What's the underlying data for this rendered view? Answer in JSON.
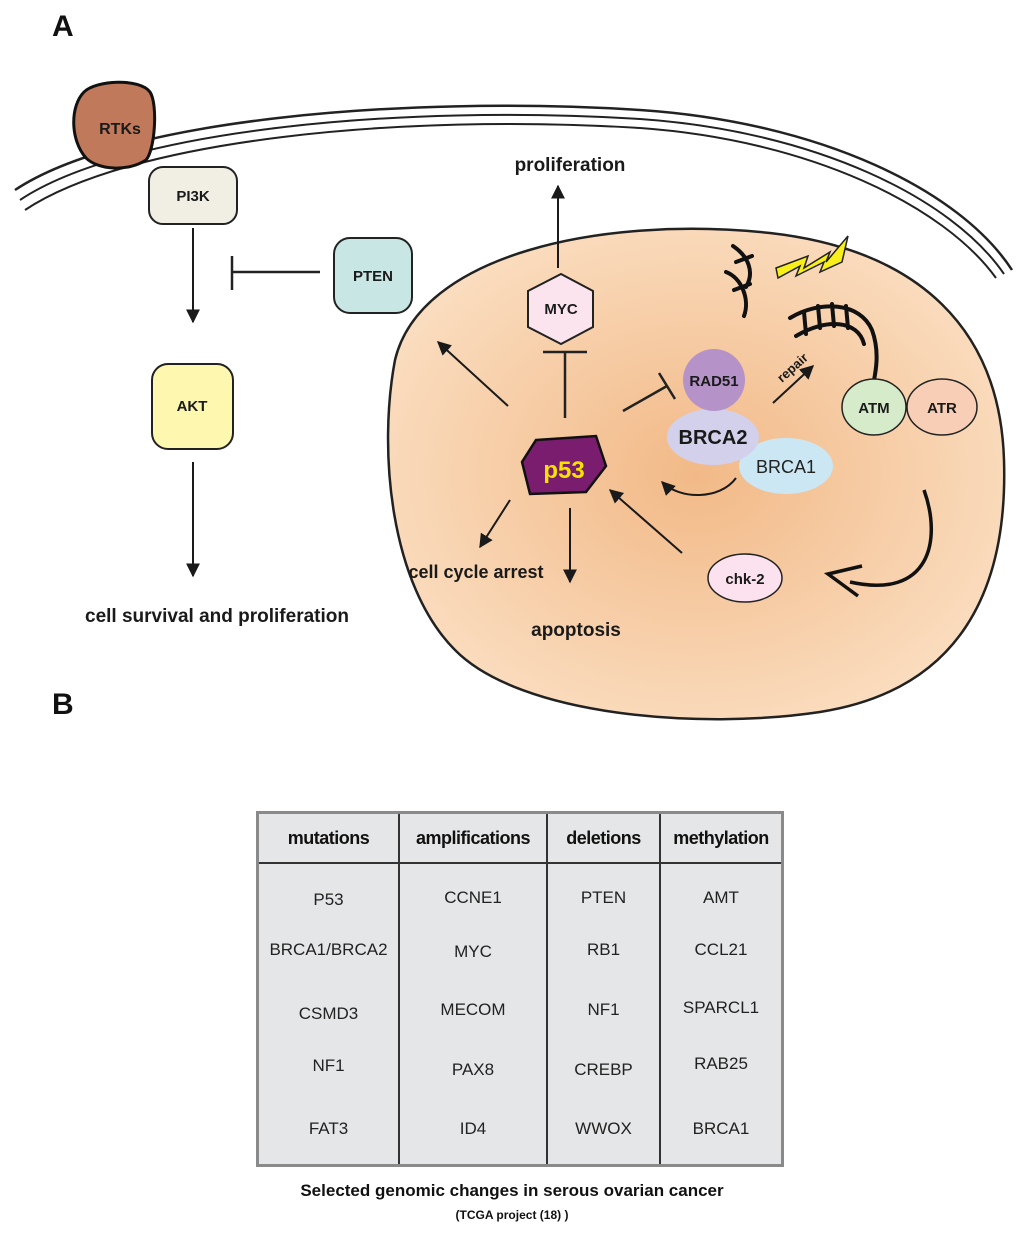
{
  "panel_a": {
    "label": "A",
    "nodes": {
      "rtks": "RTKs",
      "pi3k": "PI3K",
      "pten": "PTEN",
      "akt": "AKT",
      "myc": "MYC",
      "p53": "p53",
      "rad51": "RAD51",
      "brca2": "BRCA2",
      "brca1": "BRCA1",
      "atm": "ATM",
      "atr": "ATR",
      "chk2": "chk-2"
    },
    "outcomes": {
      "proliferation": "proliferation",
      "cell_survival": "cell survival and proliferation",
      "cell_cycle_arrest": "cell cycle arrest",
      "apoptosis": "apoptosis",
      "repair": "repair"
    },
    "colors": {
      "rtks": "#c0795a",
      "pi3k": "#f1efe4",
      "pten": "#c8e6e4",
      "akt": "#fdf7b0",
      "myc": "#fbe4ee",
      "p53_fill": "#7a1d6e",
      "p53_text": "#f4e300",
      "rad51": "#b593c9",
      "brca2": "#d3d0ec",
      "brca1": "#cbe7f3",
      "atm": "#d6ebc9",
      "atr": "#f8cfb6",
      "chk2": "#fbe2ee",
      "nucleus": "#f4c596",
      "lightning": "#f7ee1a"
    }
  },
  "panel_b": {
    "label": "B",
    "table": {
      "columns": [
        {
          "header": "mutations",
          "values": [
            "P53",
            "BRCA1/BRCA2",
            "CSMD3",
            "NF1",
            "FAT3"
          ]
        },
        {
          "header": "amplifications",
          "values": [
            "CCNE1",
            "MYC",
            "MECOM",
            "PAX8",
            "ID4"
          ]
        },
        {
          "header": "deletions",
          "values": [
            "PTEN",
            "RB1",
            "NF1",
            "CREBP",
            "WWOX"
          ]
        },
        {
          "header": "methylation",
          "values": [
            "AMT",
            "CCL21",
            "SPARCL1",
            "RAB25",
            "BRCA1"
          ]
        }
      ]
    },
    "caption": "Selected genomic changes in serous ovarian cancer",
    "caption_sub": "(TCGA project (18) )"
  }
}
